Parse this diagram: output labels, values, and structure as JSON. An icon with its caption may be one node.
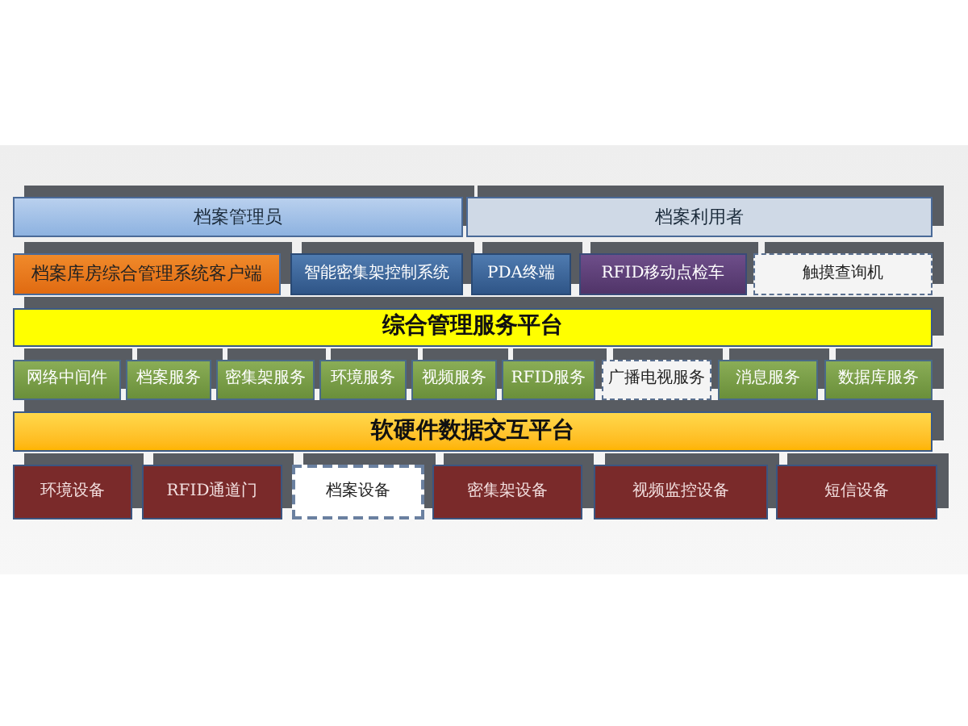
{
  "diagram": {
    "nodes": [
      {
        "text": [
          "档案管理员"
        ]
      },
      {
        "text": [
          "档案利用者"
        ]
      },
      {
        "text": [
          "档案库房综合管理系统客户端"
        ]
      },
      {
        "text": [
          "智能密集架控制系统"
        ]
      },
      {
        "text": [
          "PDA终端"
        ]
      },
      {
        "text": [
          "RFID移动点检车"
        ]
      },
      {
        "text": [
          "触摸查询机"
        ]
      },
      {
        "text": [
          "综合管理服务平台"
        ]
      },
      {
        "text": [
          "网络中间件"
        ]
      },
      {
        "text": [
          "档案服务"
        ]
      },
      {
        "text": [
          "密集架服务"
        ]
      },
      {
        "text": [
          "环境服务"
        ]
      },
      {
        "text": [
          "视频服务"
        ]
      },
      {
        "text": [
          "RFID服务"
        ]
      },
      {
        "text": [
          "广播电视服务"
        ]
      },
      {
        "text": [
          "消息服务"
        ]
      },
      {
        "text": [
          "数据库服务"
        ]
      },
      {
        "text": [
          "软硬件数据交互平台"
        ]
      },
      {
        "text": [
          "环境设备"
        ]
      },
      {
        "text": [
          "RFID通道门"
        ]
      },
      {
        "text": [
          "档案设备"
        ]
      },
      {
        "text": [
          "密集架设备"
        ]
      },
      {
        "text": [
          "视频监控设备"
        ]
      },
      {
        "text": [
          "短信设备"
        ]
      }
    ]
  }
}
